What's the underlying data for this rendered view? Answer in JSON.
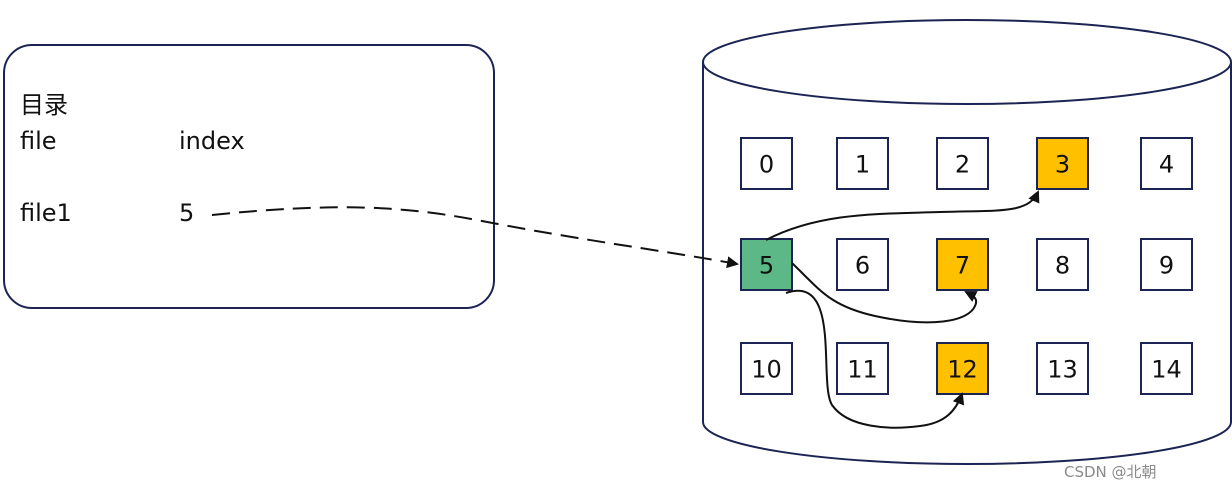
{
  "directory": {
    "title": "目录",
    "col_file": "file",
    "col_index": "index",
    "row_file": "file1",
    "row_index": "5"
  },
  "disk": {
    "blocks": [
      "0",
      "1",
      "2",
      "3",
      "4",
      "5",
      "6",
      "7",
      "8",
      "9",
      "10",
      "11",
      "12",
      "13",
      "14"
    ],
    "start_block": "5",
    "chain_blocks": [
      "3",
      "7",
      "12"
    ]
  },
  "colors": {
    "stroke": "#1b2453",
    "start_fill": "#5cb887",
    "chain_fill": "#ffc000",
    "empty_fill": "#ffffff"
  },
  "watermark": "CSDN @北朝"
}
